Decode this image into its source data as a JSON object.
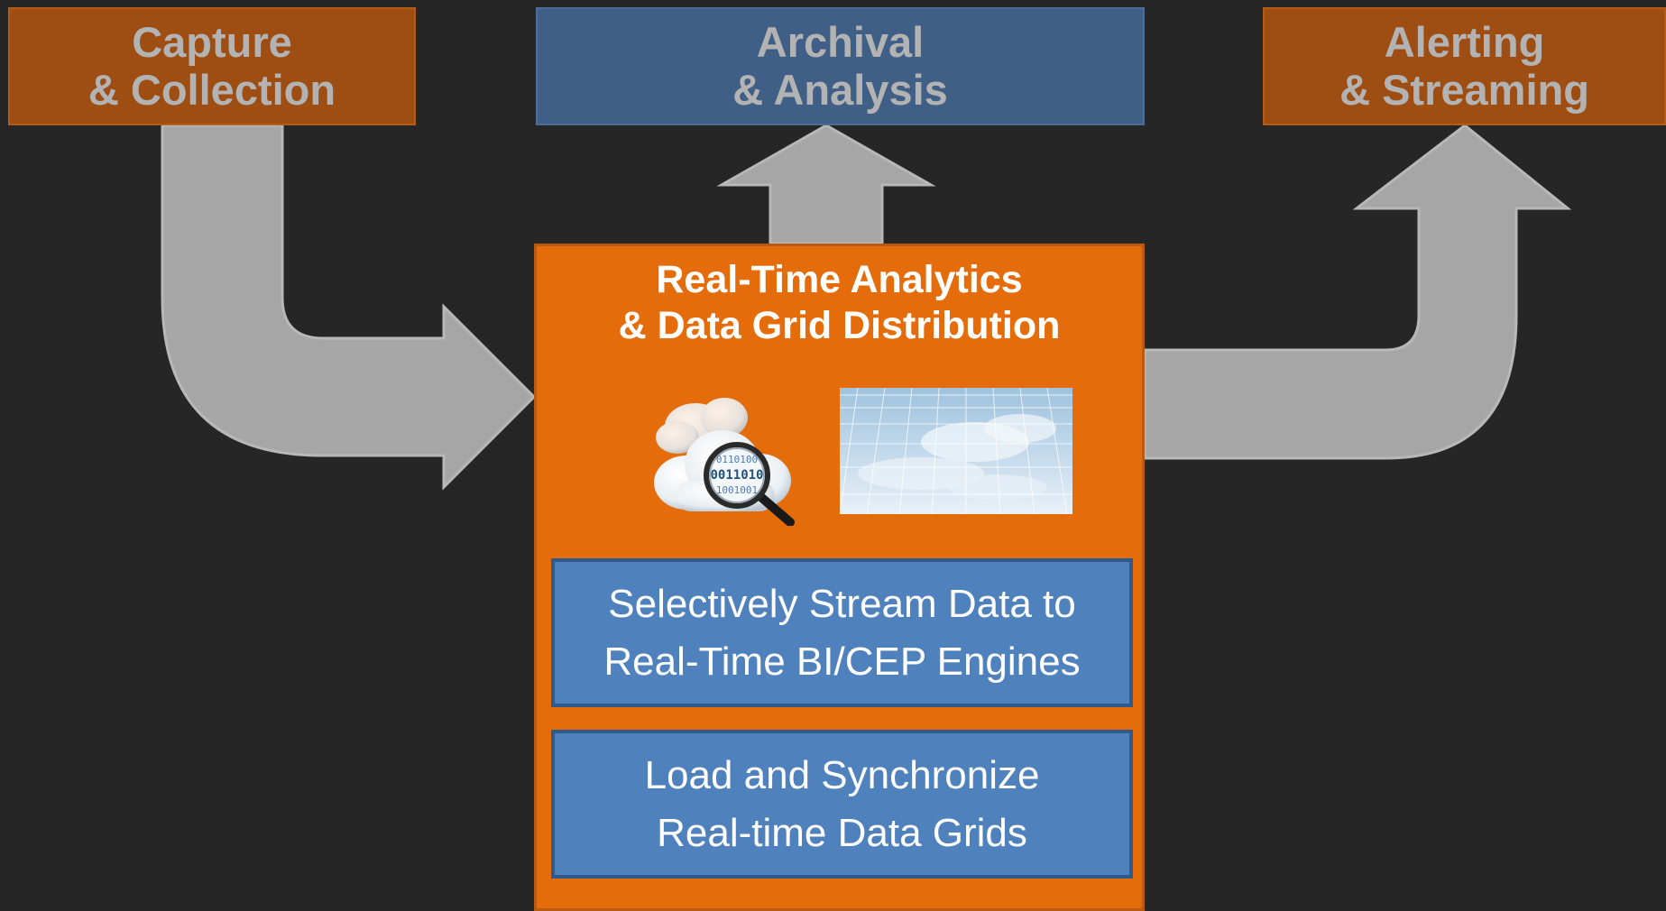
{
  "diagram": {
    "capture": {
      "line1": "Capture",
      "line2": "& Collection"
    },
    "archival": {
      "line1": "Archival",
      "line2": "& Analysis"
    },
    "alerting": {
      "line1": "Alerting",
      "line2": "& Streaming"
    },
    "center": {
      "title_line1": "Real-Time Analytics",
      "title_line2": "& Data Grid Distribution",
      "stream_box": {
        "line1": "Selectively Stream Data to",
        "line2": "Real-Time BI/CEP Engines"
      },
      "load_box": {
        "line1": "Load and Synchronize",
        "line2": "Real-time Data Grids"
      },
      "magnifier_digits": [
        "0110100",
        "0011010",
        "1001001"
      ]
    }
  },
  "colors": {
    "background": "#262626",
    "orange_box": "#9E4E12",
    "blue_box_top": "#3F5F87",
    "center_panel": "#E46C0A",
    "blue_box": "#4F81BD",
    "arrow": "#A6A6A6"
  },
  "icons": [
    "cloud-search-icon",
    "sky-grid-image"
  ]
}
